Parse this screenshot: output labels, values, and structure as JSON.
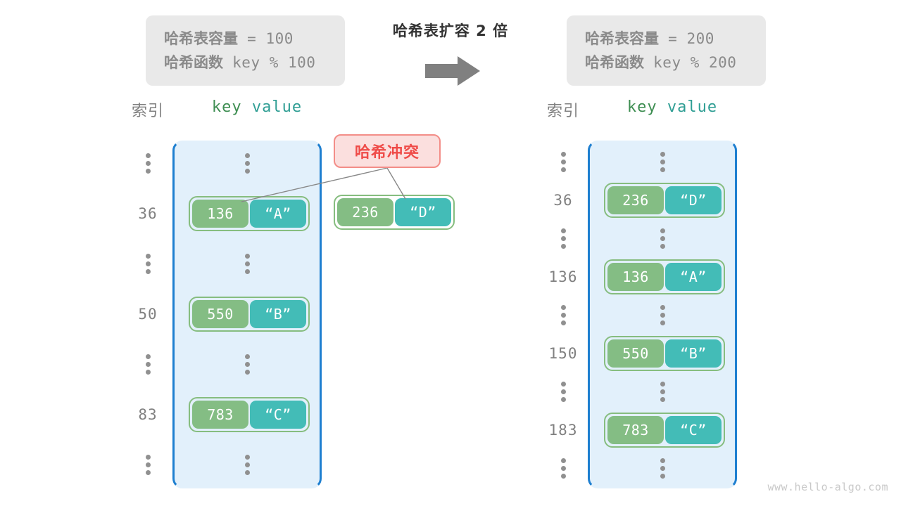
{
  "center": {
    "title": "哈希表扩容 2 倍",
    "arrow_icon": "right-arrow-icon"
  },
  "info_left": {
    "capacity_label": "哈希表容量",
    "capacity_value": "= 100",
    "function_label": "哈希函数",
    "function_value": "key % 100"
  },
  "info_right": {
    "capacity_label": "哈希表容量",
    "capacity_value": "= 200",
    "function_label": "哈希函数",
    "function_value": "key % 200"
  },
  "headers": {
    "index": "索引",
    "key": "key",
    "value": "value"
  },
  "collision": {
    "badge": "哈希冲突"
  },
  "left_table": {
    "rows": [
      {
        "index": "⋮",
        "type": "dots"
      },
      {
        "index": "36",
        "type": "entry",
        "key": "136",
        "value": "“A”"
      },
      {
        "index": "⋮",
        "type": "dots"
      },
      {
        "index": "50",
        "type": "entry",
        "key": "550",
        "value": "“B”"
      },
      {
        "index": "⋮",
        "type": "dots"
      },
      {
        "index": "83",
        "type": "entry",
        "key": "783",
        "value": "“C”"
      },
      {
        "index": "⋮",
        "type": "dots"
      }
    ],
    "detached_entry": {
      "key": "236",
      "value": "“D”"
    }
  },
  "right_table": {
    "rows": [
      {
        "index": "⋮",
        "type": "dots"
      },
      {
        "index": "36",
        "type": "entry",
        "key": "236",
        "value": "“D”"
      },
      {
        "index": "⋮",
        "type": "dots"
      },
      {
        "index": "136",
        "type": "entry",
        "key": "136",
        "value": "“A”"
      },
      {
        "index": "⋮",
        "type": "dots"
      },
      {
        "index": "150",
        "type": "entry",
        "key": "550",
        "value": "“B”"
      },
      {
        "index": "⋮",
        "type": "dots"
      },
      {
        "index": "183",
        "type": "entry",
        "key": "783",
        "value": "“C”"
      },
      {
        "index": "⋮",
        "type": "dots"
      }
    ]
  },
  "watermark": "www.hello-algo.com",
  "colors": {
    "key_cell": "#84bd84",
    "value_cell": "#43bcb7",
    "entry_outline": "#86bd7f",
    "bucket_fill": "#e2f0fb",
    "bucket_border": "#1e7fd0",
    "badge_bg": "#fbdfde",
    "badge_border": "#f38d88",
    "badge_text": "#ef4b48",
    "info_bg": "#e9e9e9",
    "info_text": "#8a8a8a",
    "arrow": "#808080"
  }
}
